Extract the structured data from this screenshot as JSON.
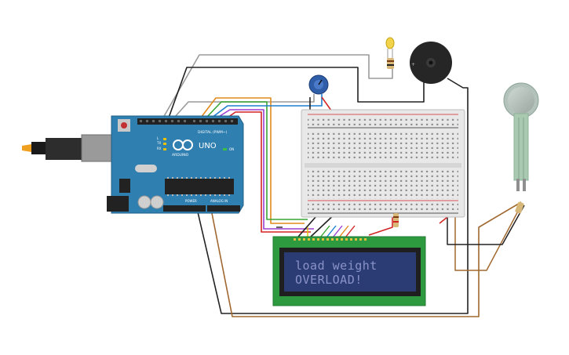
{
  "arduino": {
    "model": "UNO",
    "brand": "ARDUINO",
    "digital_label": "DIGITAL (PWM~)",
    "analog_label": "ANALOG IN",
    "power_label": "POWER",
    "tx_label": "TX",
    "rx_label": "RX",
    "l_label": "L",
    "on_label": "ON"
  },
  "lcd": {
    "line1": "load weight",
    "line2": "OVERLOAD!"
  },
  "colors": {
    "board": "#2f7fb0",
    "lcd_screen": "#2b3b74",
    "lcd_pcb": "#2e9a40",
    "breadboard": "#e8e8e8",
    "fsr": "#a9c9b0"
  }
}
